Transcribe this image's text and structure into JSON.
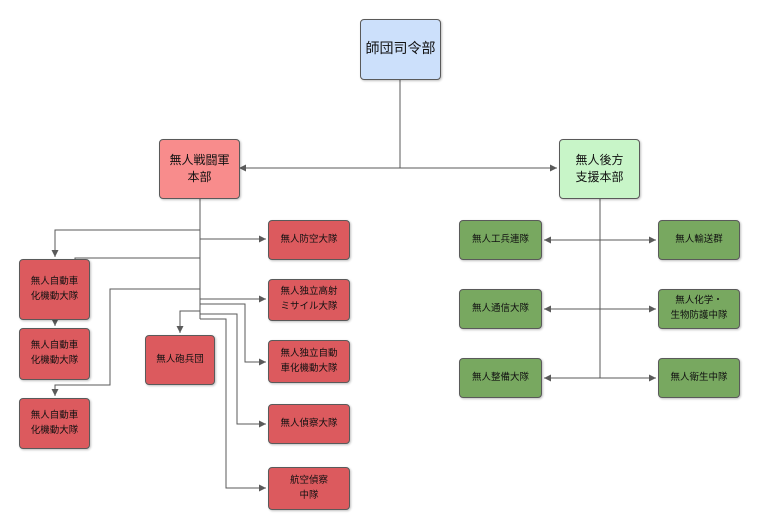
{
  "diagram": {
    "root": {
      "label": "師団司令部"
    },
    "combat_hq": {
      "label": "無人戦闘軍\n本部"
    },
    "support_hq": {
      "label": "無人後方\n支援本部"
    },
    "combat_units": [
      {
        "id": "mech1",
        "label": "無人自動車\n化機動大隊"
      },
      {
        "id": "mech2",
        "label": "無人自動車\n化機動大隊"
      },
      {
        "id": "mech3",
        "label": "無人自動車\n化機動大隊"
      },
      {
        "id": "artillery",
        "label": "無人砲兵団"
      },
      {
        "id": "aa",
        "label": "無人防空大隊"
      },
      {
        "id": "aamissile",
        "label": "無人独立高射\nミサイル大隊"
      },
      {
        "id": "indmech",
        "label": "無人独立自動\n車化機動大隊"
      },
      {
        "id": "recon",
        "label": "無人偵察大隊"
      },
      {
        "id": "airrecon",
        "label": "航空偵察\n中隊"
      }
    ],
    "support_units": [
      {
        "id": "eng",
        "label": "無人工兵連隊"
      },
      {
        "id": "comm",
        "label": "無人通信大隊"
      },
      {
        "id": "maint",
        "label": "無人整備大隊"
      },
      {
        "id": "transport",
        "label": "無人輸送群"
      },
      {
        "id": "chem",
        "label": "無人化学・\n生物防護中隊"
      },
      {
        "id": "medical",
        "label": "無人衛生中隊"
      }
    ],
    "colors": {
      "root": "#cce0fb",
      "combat_hq": "#f88c8c",
      "support_hq": "#c8f5c8",
      "combat_unit": "#dc5a5e",
      "support_unit": "#78a860",
      "connector": "#5a5a5a"
    }
  }
}
